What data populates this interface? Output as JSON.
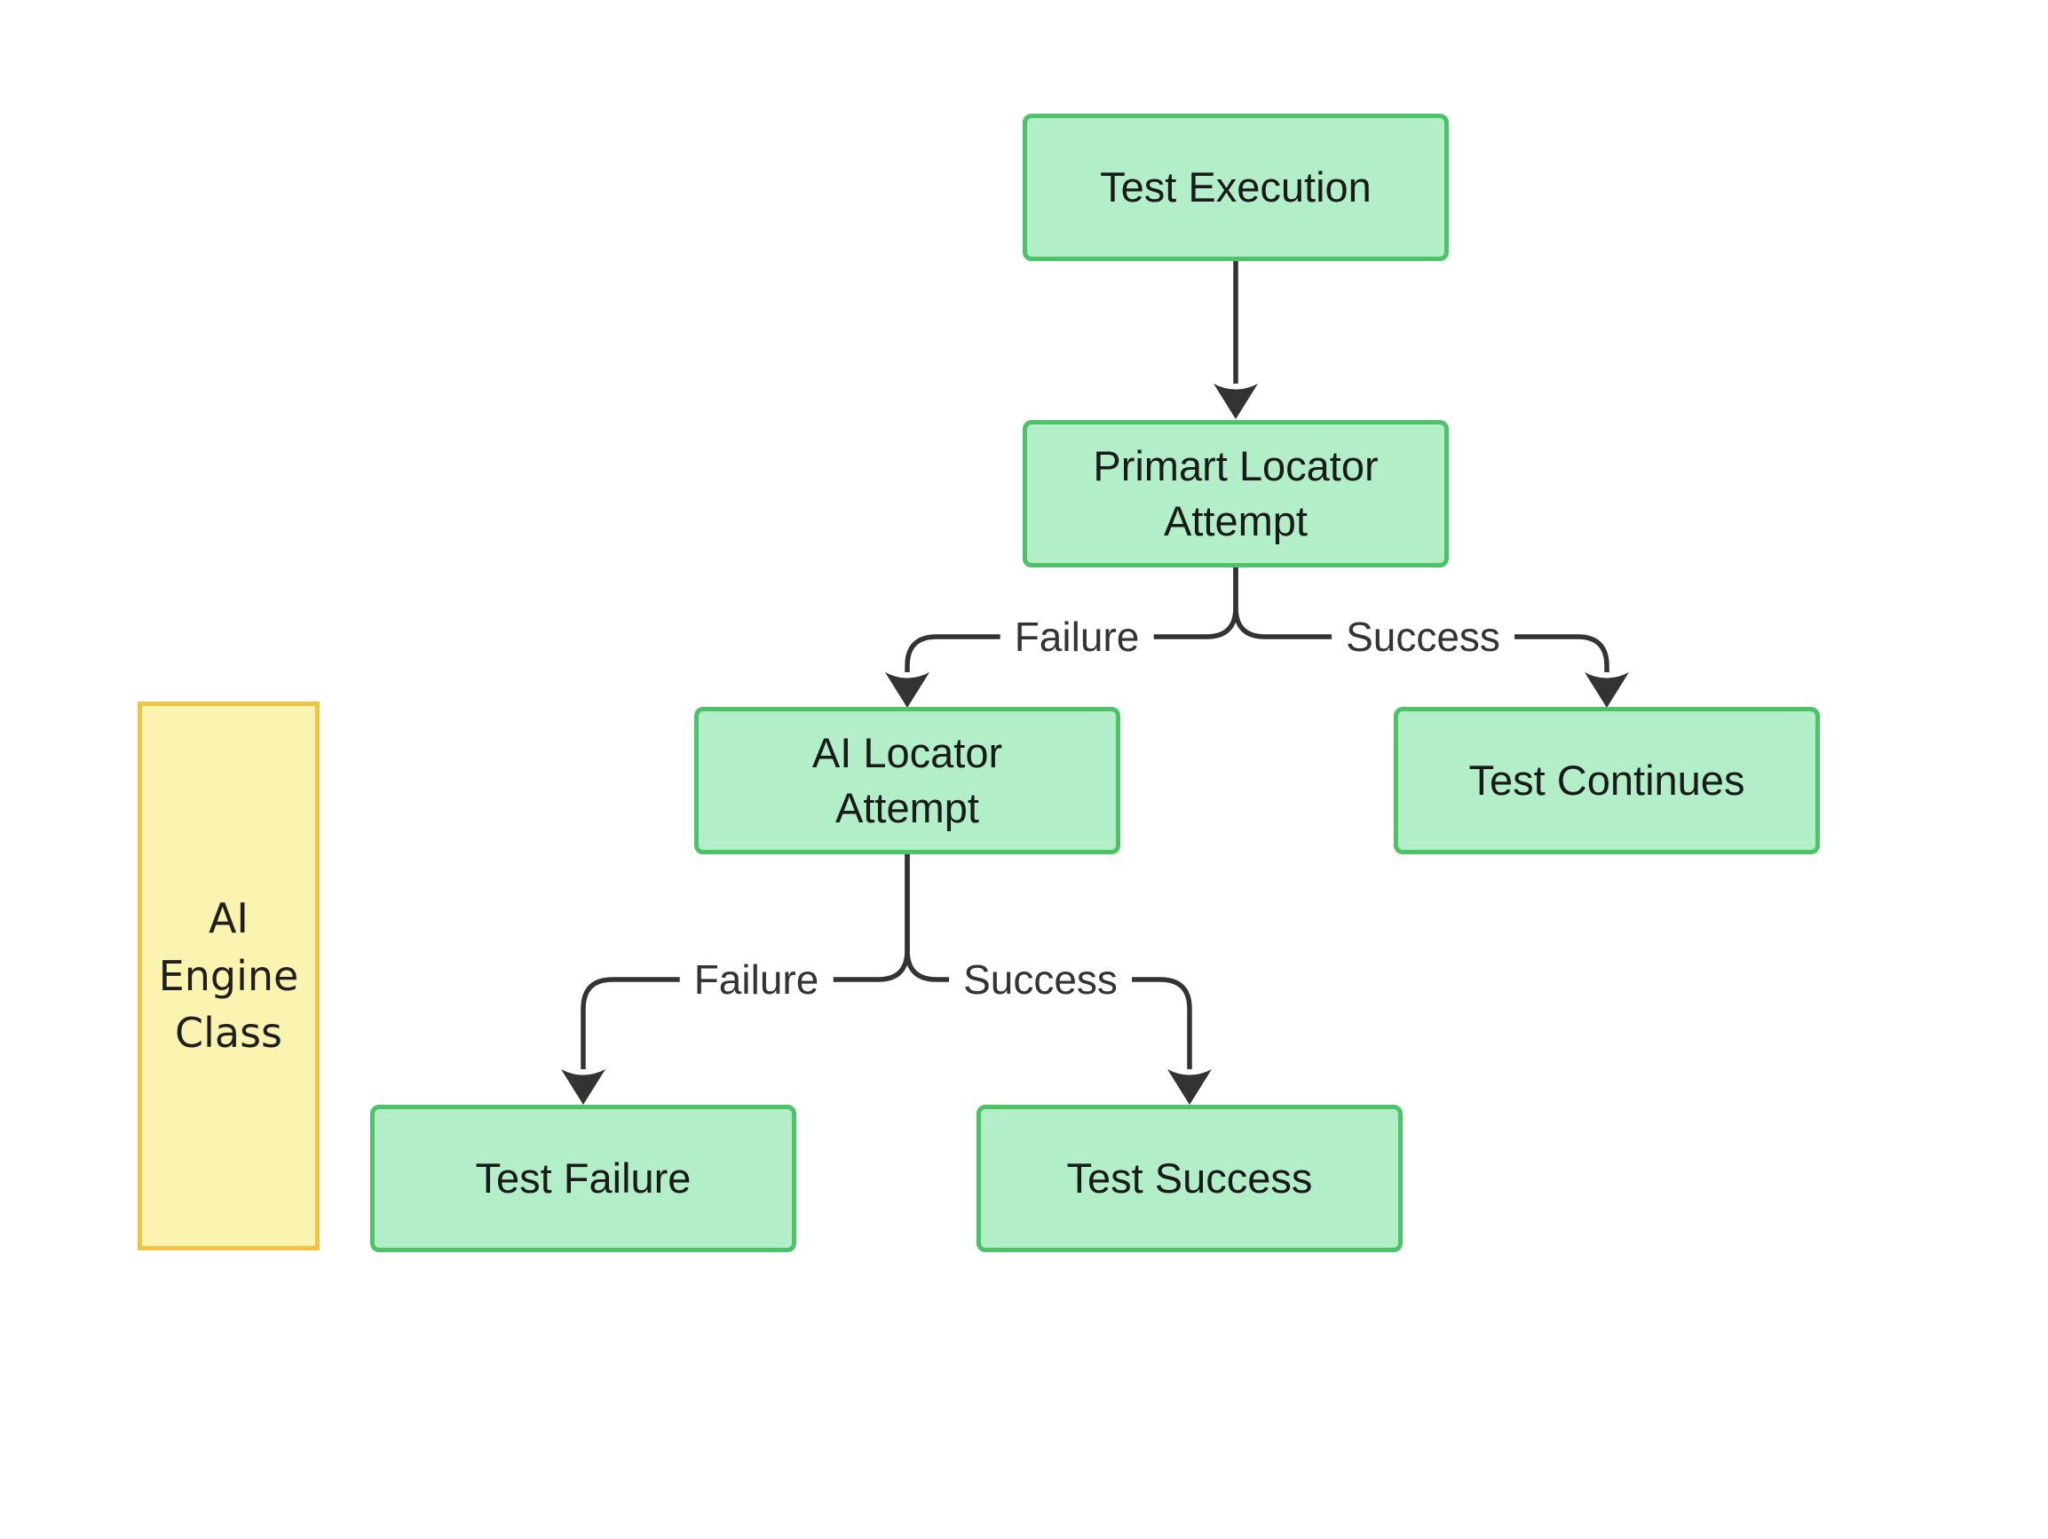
{
  "diagram": {
    "type": "flowchart",
    "nodes": {
      "test_execution": {
        "label": "Test Execution"
      },
      "primary_locator": {
        "line1": "Primart Locator",
        "line2": "Attempt"
      },
      "ai_locator": {
        "line1": "AI Locator",
        "line2": "Attempt"
      },
      "test_continues": {
        "label": "Test Continues"
      },
      "test_failure": {
        "label": "Test Failure"
      },
      "test_success": {
        "label": "Test Success"
      }
    },
    "cluster": {
      "line1": "AI",
      "line2": "Engine",
      "line3": "Class"
    },
    "edge_labels": {
      "primary_failure": "Failure",
      "primary_success": "Success",
      "ai_failure": "Failure",
      "ai_success": "Success"
    },
    "edges": [
      {
        "from": "test_execution",
        "to": "primary_locator",
        "label": ""
      },
      {
        "from": "primary_locator",
        "to": "ai_locator",
        "label": "Failure"
      },
      {
        "from": "primary_locator",
        "to": "test_continues",
        "label": "Success"
      },
      {
        "from": "ai_locator",
        "to": "test_failure",
        "label": "Failure"
      },
      {
        "from": "ai_locator",
        "to": "test_success",
        "label": "Success"
      }
    ],
    "colors": {
      "node_fill": "#b2efc9",
      "node_border": "#4cc366",
      "cluster_fill": "#fbf3b0",
      "cluster_border": "#f0c443",
      "edge_stroke": "#333333",
      "node_text": "#1a1a1a",
      "background": "#ffffff"
    }
  }
}
